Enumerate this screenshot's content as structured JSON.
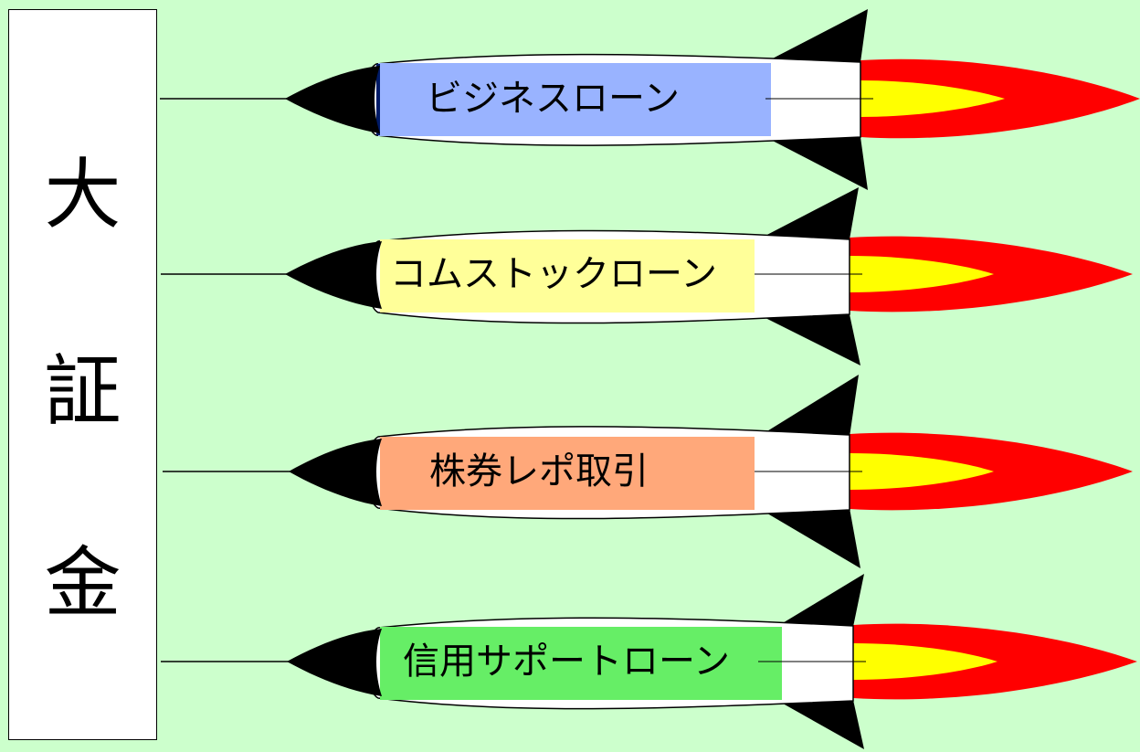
{
  "org": {
    "chars": [
      "大",
      "証",
      "金"
    ]
  },
  "rockets": [
    {
      "label": "ビジネスローン",
      "color": "#99b3ff"
    },
    {
      "label": "コムストックローン",
      "color": "#ffff99"
    },
    {
      "label": "株券レポ取引",
      "color": "#ffa87a"
    },
    {
      "label": "信用サポートローン",
      "color": "#66ee66"
    }
  ],
  "colors": {
    "background": "#ccffcc",
    "flame_outer": "#ff0000",
    "flame_inner": "#ffff00",
    "fin": "#000000",
    "body": "#ffffff"
  }
}
